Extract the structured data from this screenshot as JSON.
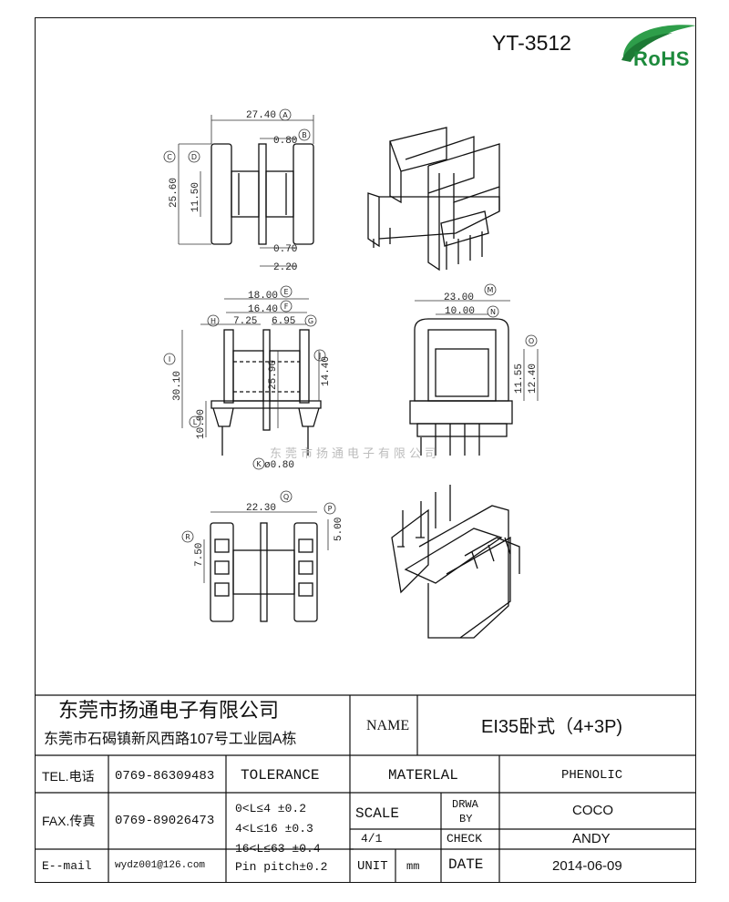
{
  "drawing": {
    "model_number": "YT-3512",
    "logo_text": "RoHS",
    "watermark": "东莞市扬通电子有限公司"
  },
  "dimensions": {
    "top_view": {
      "a": "27.40",
      "b": "0.80",
      "c": "25.60",
      "d": "11.50",
      "e": "0.70",
      "f": "2.20"
    },
    "front_view": {
      "g1": "18.00",
      "g2": "16.40",
      "h1": "7.25",
      "h2": "6.95",
      "i": "30.10",
      "j": "25.90",
      "k": "14.40",
      "l": "10.90",
      "pin": "ø0.80"
    },
    "side_view": {
      "m": "23.00",
      "n": "10.00",
      "o1": "11.55",
      "o2": "12.40"
    },
    "bottom_view": {
      "p": "22.30",
      "q": "5.00",
      "r": "7.50"
    },
    "marks": [
      "A",
      "B",
      "C",
      "D",
      "E",
      "F",
      "G",
      "H",
      "I",
      "J",
      "K",
      "L",
      "M",
      "N",
      "O",
      "P",
      "Q",
      "R"
    ]
  },
  "title_block": {
    "company_name": "东莞市扬通电子有限公司",
    "company_address": "东莞市石碣镇新风西路107号工业园A栋",
    "name_label": "NAME",
    "name_value": "EI35卧式（4+3P)",
    "tel_label": "TEL.电话",
    "tel_value": "0769-86309483",
    "fax_label": "FAX.传真",
    "fax_value": "0769-89026473",
    "email_label": "E--mail",
    "email_value": "wydz001@126.com",
    "tolerance_label": "TOLERANCE",
    "tolerance_rows": [
      "0<L≤4   ±0.2",
      "4<L≤16  ±0.3",
      "16<L≤63 ±0.4",
      "Pin pitch±0.2"
    ],
    "material_label": "MATERLAL",
    "material_value": "PHENOLIC",
    "scale_label": "SCALE",
    "scale_value": "4/1",
    "drawn_label_1": "DRWA",
    "drawn_label_2": "BY",
    "drawn_value": "COCO",
    "check_label": "CHECK",
    "check_value": "ANDY",
    "unit_label": "UNIT",
    "unit_value": "mm",
    "date_label": "DATE",
    "date_value": "2014-06-09"
  }
}
